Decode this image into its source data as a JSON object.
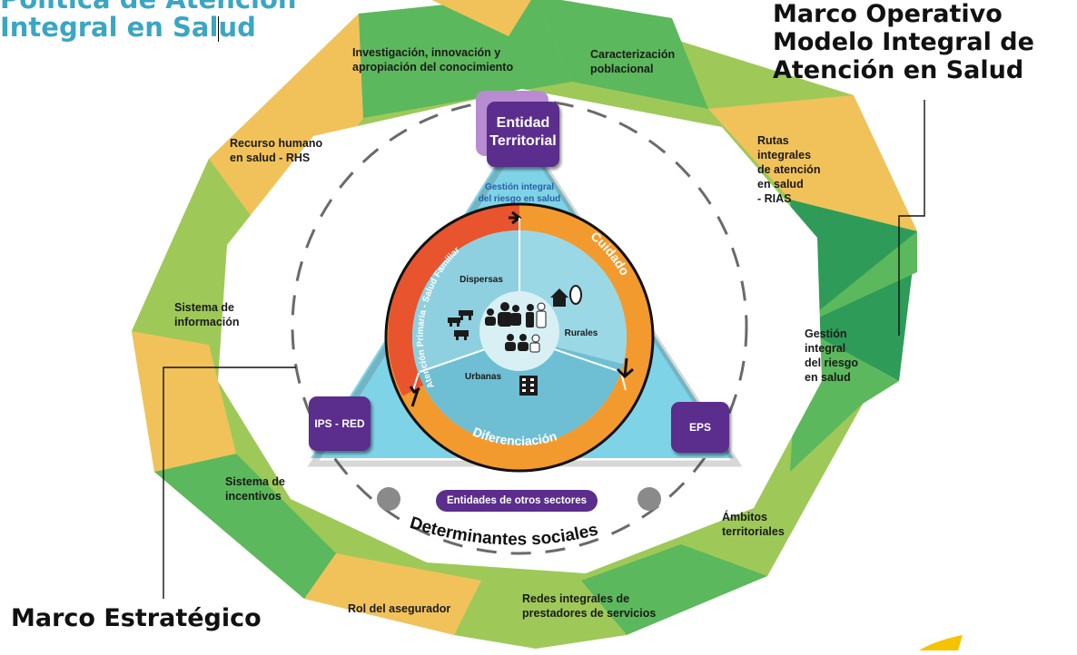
{
  "titles": {
    "politica_line1": "Política de Atención",
    "politica_line2": "Integral en Salud",
    "operativo_line1": "Marco Operativo",
    "operativo_line2": "Modelo Integral de",
    "operativo_line3": "Atención en Salud",
    "estrategico": "Marco Estratégico"
  },
  "outer_ring": [
    {
      "id": "investigacion",
      "lines": [
        "Investigación, innovación y",
        "apropiación del conocimiento"
      ]
    },
    {
      "id": "caracterizacion",
      "lines": [
        "Caracterización",
        "poblacional"
      ]
    },
    {
      "id": "rias",
      "lines": [
        "Rutas",
        "integrales",
        "de atención",
        "en salud",
        "- RIAS"
      ]
    },
    {
      "id": "gestion",
      "lines": [
        "Gestión",
        "integral",
        "del riesgo",
        "en salud"
      ]
    },
    {
      "id": "ambitos",
      "lines": [
        "Ámbitos",
        "territoriales"
      ]
    },
    {
      "id": "redes",
      "lines": [
        "Redes integrales de",
        "prestadores de servicios"
      ]
    },
    {
      "id": "rol",
      "lines": [
        "Rol del asegurador"
      ]
    },
    {
      "id": "incentivos",
      "lines": [
        "Sistema de",
        "incentivos"
      ]
    },
    {
      "id": "informacion",
      "lines": [
        "Sistema de",
        "información"
      ]
    },
    {
      "id": "rhs",
      "lines": [
        "Recurso humano",
        "en salud - RHS"
      ]
    }
  ],
  "actors": {
    "entidad_line1": "Entidad",
    "entidad_line2": "Territorial",
    "ips": "IPS - RED",
    "eps": "EPS"
  },
  "triangle": {
    "gestion_line1": "Gestión integral",
    "gestion_line2": "del riesgo en salud"
  },
  "ring": {
    "atencion": "Atención Primaria - Salud Familiar",
    "cuidado": "Cuidado",
    "diferenciacion": "Diferenciación"
  },
  "zones": {
    "dispersas": "Dispersas",
    "rurales": "Rurales",
    "urbanas": "Urbanas"
  },
  "bottom": {
    "entidades": "Entidades de otros sectores",
    "determinantes": "Determinantes sociales"
  },
  "icons": [
    "houses-icon",
    "rural-house-icon",
    "family-icon",
    "building-icon",
    "community-icon",
    "cycle-arrow-icon"
  ],
  "colors": {
    "green_light": "#9ec958",
    "green": "#5cb85c",
    "green_dark": "#2e9b58",
    "yellow": "#f2c25a",
    "purple": "#5b2d8c",
    "cyan": "#7fd3e6",
    "orange": "#f39a2f",
    "orange_red": "#e8542e"
  }
}
